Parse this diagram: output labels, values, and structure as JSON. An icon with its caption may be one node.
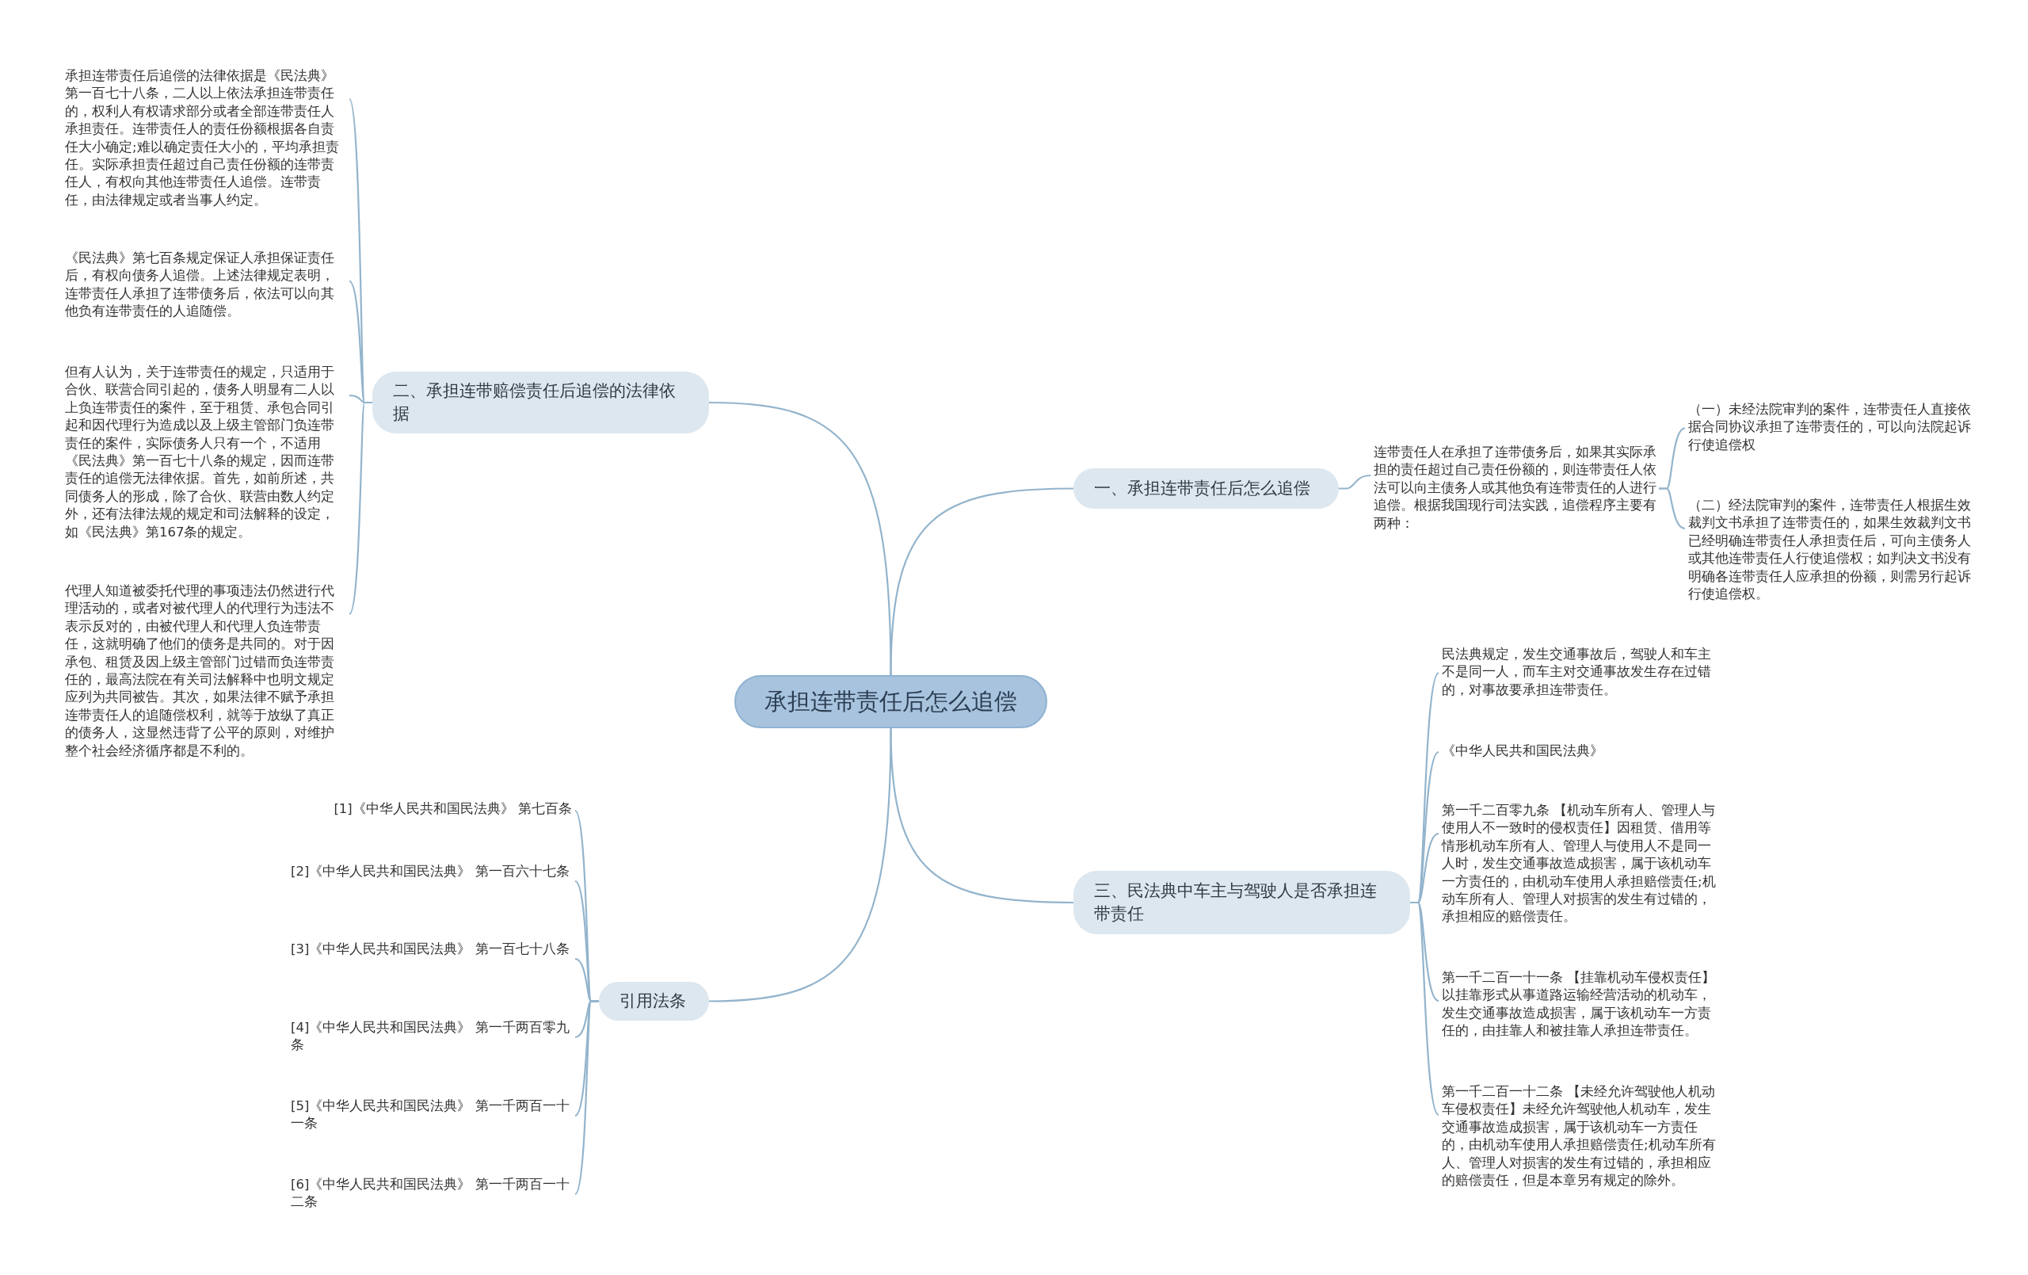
{
  "diagram": {
    "nodes": [
      {
        "text": [
          "承担连带责任后怎么追偿"
        ]
      },
      {
        "text": [
          "一、承担连带责任后怎么追偿"
        ]
      },
      {
        "text": [
          "连带责任人在承担了连带债务后，如果其实际承担的责任超过自己责任份额的，则连带责任人依法可以向主债务人或其他负有连带责任的人进行追偿。根据我国现行司法实践，追偿程序主要有两种："
        ]
      },
      {
        "text": [
          "（一）未经法院审判的案件，连带责任人直接依据合同协议承担了连带责任的，可以向法院起诉行使追偿权"
        ]
      },
      {
        "text": [
          "（二）经法院审判的案件，连带责任人根据生效裁判文书承担了连带责任的，如果生效裁判文书已经明确连带责任人承担责任后，可向主债务人或其他连带责任人行使追偿权；如判决文书没有明确各连带责任人应承担的份额，则需另行起诉行使追偿权。"
        ]
      },
      {
        "text": [
          "二、承担连带赔偿责任后追偿的法律依据"
        ]
      },
      {
        "text": [
          "承担连带责任后追偿的法律依据是《民法典》第一百七十八条，二人以上依法承担连带责任的，权利人有权请求部分或者全部连带责任人承担责任。连带责任人的责任份额根据各自责任大小确定;难以确定责任大小的，平均承担责任。实际承担责任超过自己责任份额的连带责任人，有权向其他连带责任人追偿。连带责任，由法律规定或者当事人约定。"
        ]
      },
      {
        "text": [
          "《民法典》第七百条规定保证人承担保证责任后，有权向债务人追偿。上述法律规定表明，连带责任人承担了连带债务后，依法可以向其他负有连带责任的人追随偿。"
        ]
      },
      {
        "text": [
          "但有人认为，关于连带责任的规定，只适用于合伙、联营合同引起的，债务人明显有二人以上负连带责任的案件，至于租赁、承包合同引起和因代理行为造成以及上级主管部门负连带责任的案件，实际债务人只有一个，不适用《民法典》第一百七十八条的规定，因而连带责任的追偿无法律依据。首先，如前所述，共同债务人的形成，除了合伙、联营由数人约定外，还有法律法规的规定和司法解释的设定，如《民法典》第167条的规定。"
        ]
      },
      {
        "text": [
          "代理人知道被委托代理的事项违法仍然进行代理活动的，或者对被代理人的代理行为违法不表示反对的，由被代理人和代理人负连带责任，这就明确了他们的债务是共同的。对于因承包、租赁及因上级主管部门过错而负连带责任的，最高法院在有关司法解释中也明文规定应列为共同被告。其次，如果法律不赋予承担连带责任人的追随偿权利，就等于放纵了真正的债务人，这显然违背了公平的原则，对维护整个社会经济循序都是不利的。"
        ]
      },
      {
        "text": [
          "三、民法典中车主与驾驶人是否承担连带责任"
        ]
      },
      {
        "text": [
          "民法典规定，发生交通事故后，驾驶人和车主不是同一人，而车主对交通事故发生存在过错的，对事故要承担连带责任。"
        ]
      },
      {
        "text": [
          "《中华人民共和国民法典》"
        ]
      },
      {
        "text": [
          "第一千二百零九条 【机动车所有人、管理人与使用人不一致时的侵权责任】因租赁、借用等情形机动车所有人、管理人与使用人不是同一人时，发生交通事故造成损害，属于该机动车一方责任的，由机动车使用人承担赔偿责任;机动车所有人、管理人对损害的发生有过错的，承担相应的赔偿责任。"
        ]
      },
      {
        "text": [
          "第一千二百一十一条 【挂靠机动车侵权责任】以挂靠形式从事道路运输经营活动的机动车，发生交通事故造成损害，属于该机动车一方责任的，由挂靠人和被挂靠人承担连带责任。"
        ]
      },
      {
        "text": [
          "第一千二百一十二条 【未经允许驾驶他人机动车侵权责任】未经允许驾驶他人机动车，发生交通事故造成损害，属于该机动车一方责任的，由机动车使用人承担赔偿责任;机动车所有人、管理人对损害的发生有过错的，承担相应的赔偿责任，但是本章另有规定的除外。"
        ]
      },
      {
        "text": [
          "引用法条"
        ]
      },
      {
        "text": [
          "[1]《中华人民共和国民法典》 第七百条"
        ]
      },
      {
        "text": [
          "[2]《中华人民共和国民法典》 第一百六十七条"
        ]
      },
      {
        "text": [
          "[3]《中华人民共和国民法典》 第一百七十八条"
        ]
      },
      {
        "text": [
          "[4]《中华人民共和国民法典》 第一千两百零九条"
        ]
      },
      {
        "text": [
          "[5]《中华人民共和国民法典》 第一千两百一十一条"
        ]
      },
      {
        "text": [
          "[6]《中华人民共和国民法典》 第一千两百一十二条"
        ]
      }
    ],
    "edges": [
      {
        "from": 0,
        "to": 1,
        "arrow": "none"
      },
      {
        "from": 1,
        "to": 2,
        "arrow": "none"
      },
      {
        "from": 2,
        "to": 3,
        "arrow": "none"
      },
      {
        "from": 2,
        "to": 4,
        "arrow": "none"
      },
      {
        "from": 0,
        "to": 5,
        "arrow": "none"
      },
      {
        "from": 5,
        "to": 6,
        "arrow": "none"
      },
      {
        "from": 5,
        "to": 7,
        "arrow": "none"
      },
      {
        "from": 5,
        "to": 8,
        "arrow": "none"
      },
      {
        "from": 5,
        "to": 9,
        "arrow": "none"
      },
      {
        "from": 0,
        "to": 10,
        "arrow": "none"
      },
      {
        "from": 10,
        "to": 11,
        "arrow": "none"
      },
      {
        "from": 10,
        "to": 12,
        "arrow": "none"
      },
      {
        "from": 10,
        "to": 13,
        "arrow": "none"
      },
      {
        "from": 10,
        "to": 14,
        "arrow": "none"
      },
      {
        "from": 10,
        "to": 15,
        "arrow": "none"
      },
      {
        "from": 0,
        "to": 16,
        "arrow": "none"
      },
      {
        "from": 16,
        "to": 17,
        "arrow": "none"
      },
      {
        "from": 16,
        "to": 18,
        "arrow": "none"
      },
      {
        "from": 16,
        "to": 19,
        "arrow": "none"
      },
      {
        "from": 16,
        "to": 20,
        "arrow": "none"
      },
      {
        "from": 16,
        "to": 21,
        "arrow": "none"
      },
      {
        "from": 16,
        "to": 22,
        "arrow": "none"
      }
    ]
  }
}
